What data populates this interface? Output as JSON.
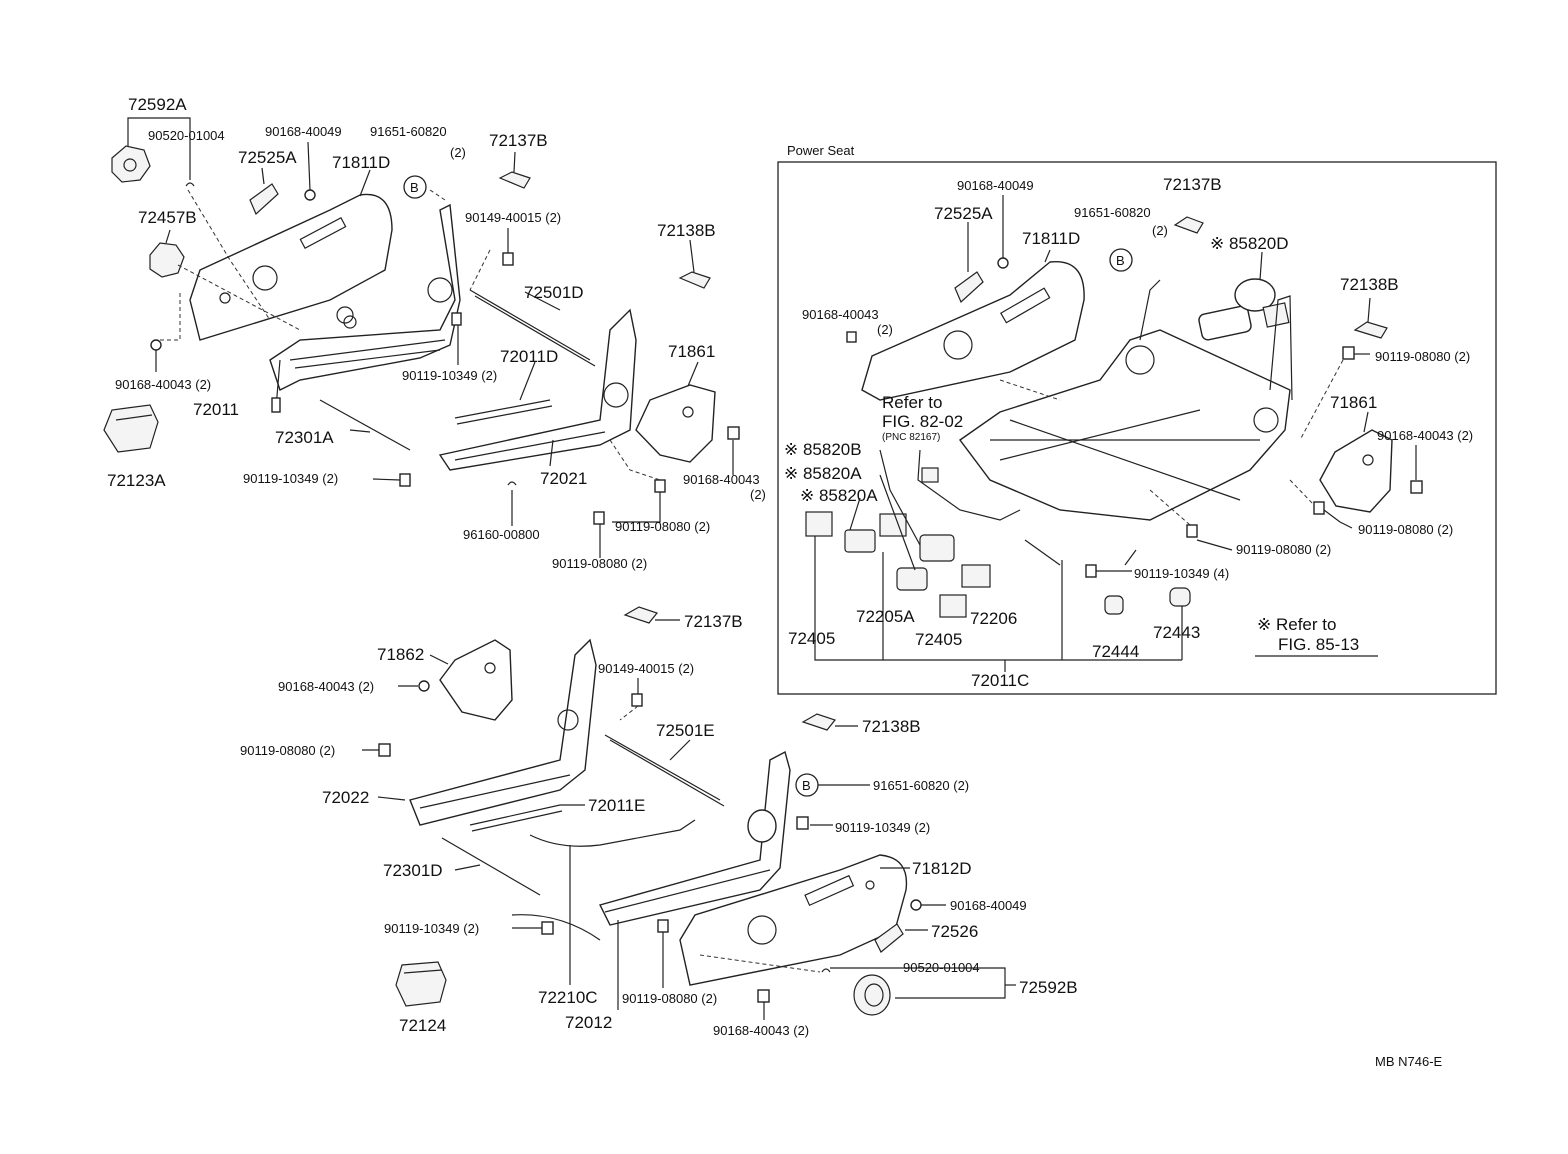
{
  "power_seat": {
    "title": "Power Seat",
    "refer_lines": [
      "Refer to",
      "FIG. 82-02",
      "(PNC 82167)"
    ],
    "note_lines": [
      "※ Refer to",
      "FIG. 85-13"
    ]
  },
  "drawing_code": "MB N746-E",
  "callouts": {
    "c1": "72592A",
    "c2": "90520-01004",
    "c3": "90168-40049",
    "c4": "91651-60820",
    "c5": "(2)",
    "c6": "72137B",
    "c7": "72525A",
    "c8": "71811D",
    "c9": "B",
    "c10": "72457B",
    "c11": "90149-40015 (2)",
    "c12": "72138B",
    "c13": "72501D",
    "c14": "72011D",
    "c15": "71861",
    "c16": "90119-10349 (2)",
    "c17": "90168-40043 (2)",
    "c18": "72011",
    "c19": "72301A",
    "c20": "72123A",
    "c21": "90119-10349 (2)",
    "c22": "72021",
    "c23": "90168-40043",
    "c24": "(2)",
    "c25": "90119-08080 (2)",
    "c26": "96160-00800",
    "c27": "90119-08080 (2)",
    "p1": "90168-40049",
    "p2": "72137B",
    "p3": "72525A",
    "p4": "91651-60820",
    "p5": "(2)",
    "p6": "※ 85820D",
    "p7": "71811D",
    "p8": "B",
    "p9": "90168-40043",
    "p10": "(2)",
    "p11": "72138B",
    "p12": "90119-08080 (2)",
    "p13": "71861",
    "p14": "90168-40043 (2)",
    "p15": "※ 85820B",
    "p16": "※ 85820A",
    "p17": "※ 85820A",
    "p18": "90119-08080 (2)",
    "p19": "90119-08080 (2)",
    "p20": "90119-10349 (4)",
    "p21": "72405",
    "p22": "72205A",
    "p23": "72405",
    "p24": "72206",
    "p25": "72444",
    "p26": "72443",
    "p27": "72011C",
    "b1": "72137B",
    "b2": "71862",
    "b3": "90149-40015 (2)",
    "b4": "90168-40043 (2)",
    "b5": "72501E",
    "b6": "72138B",
    "b7": "90119-08080 (2)",
    "b8": "B",
    "b9": "91651-60820 (2)",
    "b10": "72022",
    "b11": "72011E",
    "b12": "90119-10349 (2)",
    "b13": "72301D",
    "b14": "71812D",
    "b15": "90168-40049",
    "b16": "90119-10349 (2)",
    "b17": "72526",
    "b18": "90520-01004",
    "b19": "72592B",
    "b20": "72210C",
    "b21": "90119-08080 (2)",
    "b22": "72124",
    "b23": "72012",
    "b24": "90168-40043 (2)"
  }
}
